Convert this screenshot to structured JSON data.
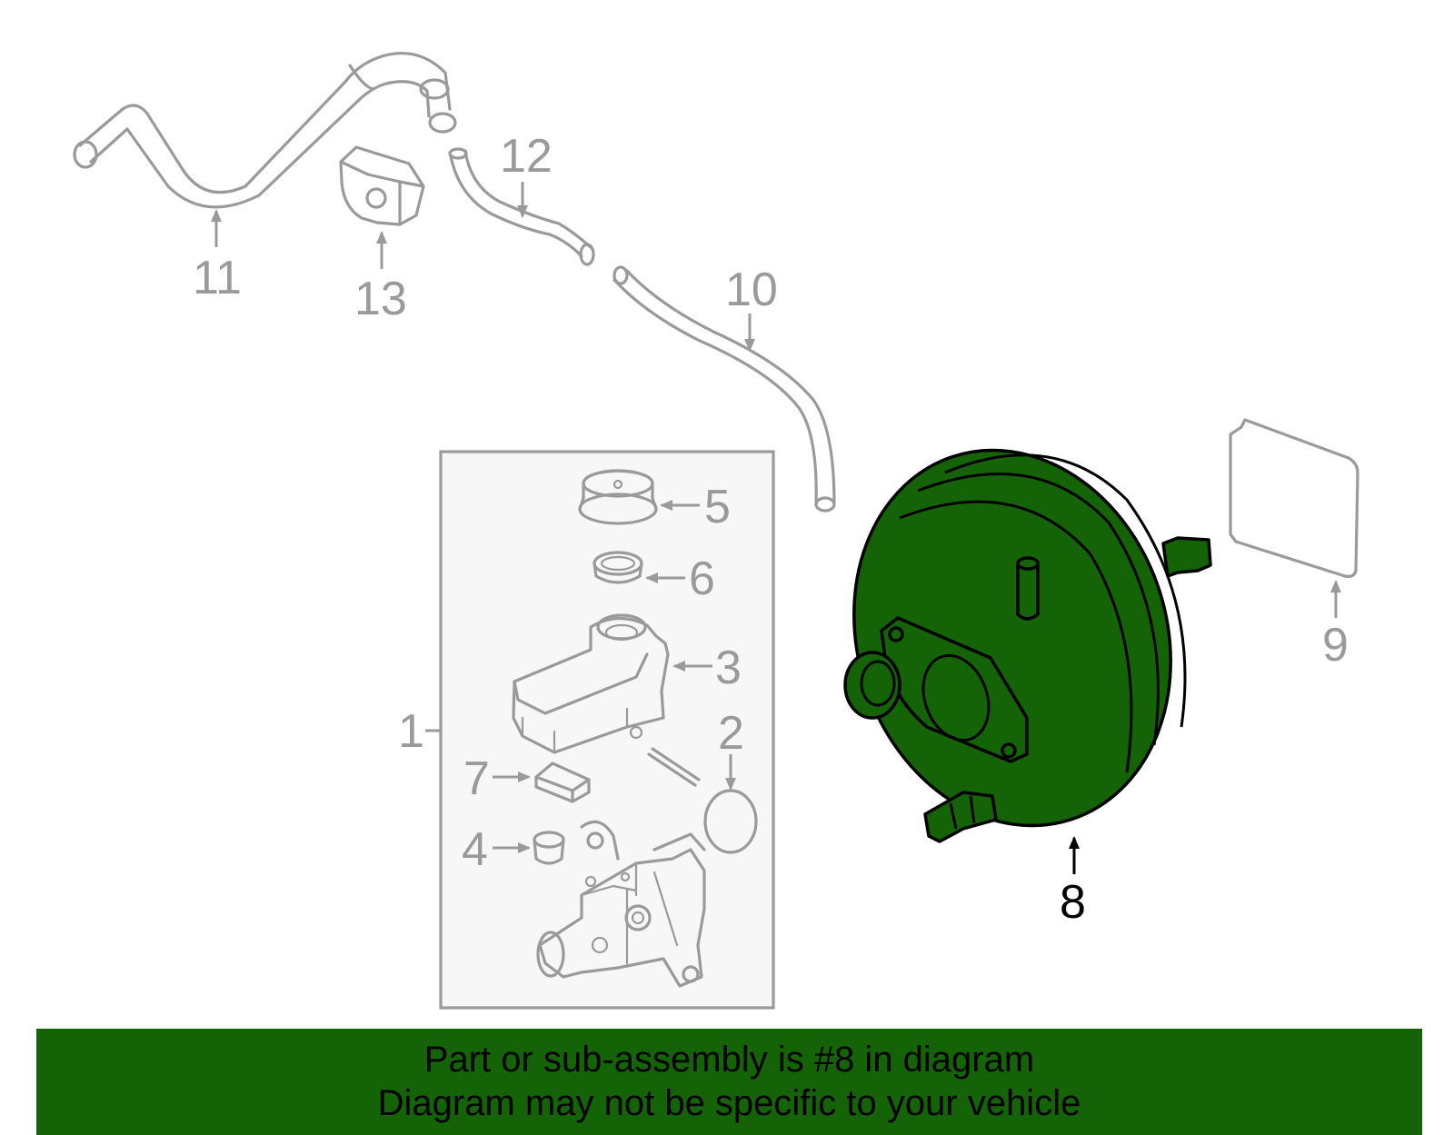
{
  "diagram": {
    "callouts": {
      "c1": "1",
      "c2": "2",
      "c3": "3",
      "c4": "4",
      "c5": "5",
      "c6": "6",
      "c7": "7",
      "c8": "8",
      "c9": "9",
      "c10": "10",
      "c11": "11",
      "c12": "12",
      "c13": "13"
    },
    "highlighted_part": "8",
    "highlight_color": "#156307",
    "line_color": "#9a9a9a"
  },
  "banner": {
    "line1": "Part or sub-assembly is #8 in diagram",
    "line2": "Diagram may not be specific to your vehicle",
    "background": "#156307"
  }
}
